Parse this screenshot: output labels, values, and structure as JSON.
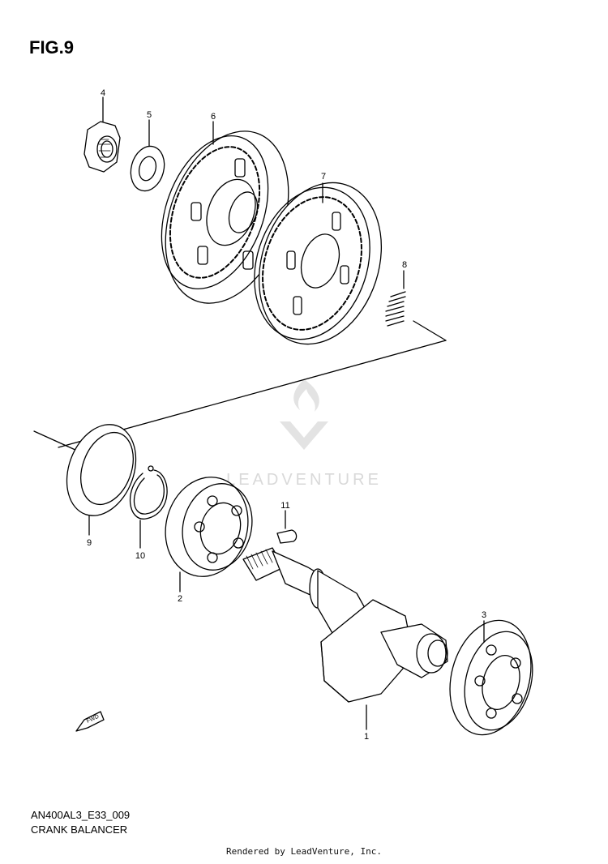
{
  "figure": {
    "title": "FIG.9",
    "code": "AN400AL3_E33_009",
    "name": "CRANK BALANCER"
  },
  "watermark": {
    "text": "LEADVENTURE",
    "color": "#d9d9d9"
  },
  "footer": "Rendered by LeadVenture, Inc.",
  "fwd_label": "FWD",
  "callouts": [
    "1",
    "2",
    "3",
    "4",
    "5",
    "6",
    "7",
    "8",
    "9",
    "10",
    "11"
  ]
}
